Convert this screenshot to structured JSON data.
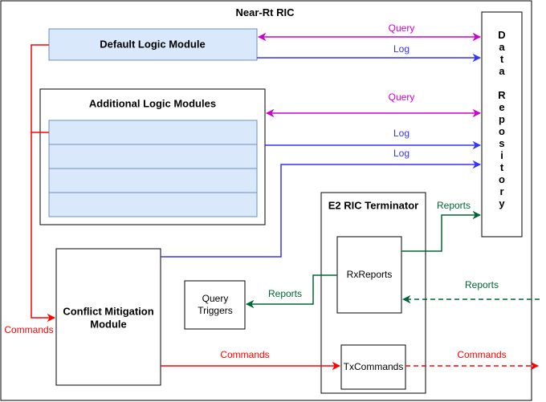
{
  "title": "Near-Rt RIC",
  "modules": {
    "default_logic": "Default Logic Module",
    "additional_logic": "Additional Logic Modules",
    "conflict_mitigation": [
      "Conflict Mitigation",
      "Module"
    ],
    "query_triggers": [
      "Query",
      "Triggers"
    ],
    "e2_terminator": "E2 RIC Terminator",
    "rx_reports": "RxReports",
    "tx_commands": "TxCommands",
    "data_repository": [
      "D",
      "a",
      "t",
      "a",
      "",
      "R",
      "e",
      "p",
      "o",
      "s",
      "i",
      "t",
      "o",
      "r",
      "y"
    ]
  },
  "edges": {
    "query_default": "Query",
    "log_default": "Log",
    "query_additional": "Query",
    "log_additional": "Log",
    "log_conflict": "Log",
    "reports_rx_to_repo": "Reports",
    "reports_rx_to_query": "Reports",
    "reports_external": "Reports",
    "commands_internal": "Commands",
    "commands_external": "Commands",
    "commands_left": "Commands"
  },
  "colors": {
    "query": "#CC00CC",
    "log": "#3333FF",
    "reports": "#006633",
    "commands": "#FF0000",
    "module_fill": "#DAE8FC",
    "module_stroke": "#6C8EBF"
  }
}
